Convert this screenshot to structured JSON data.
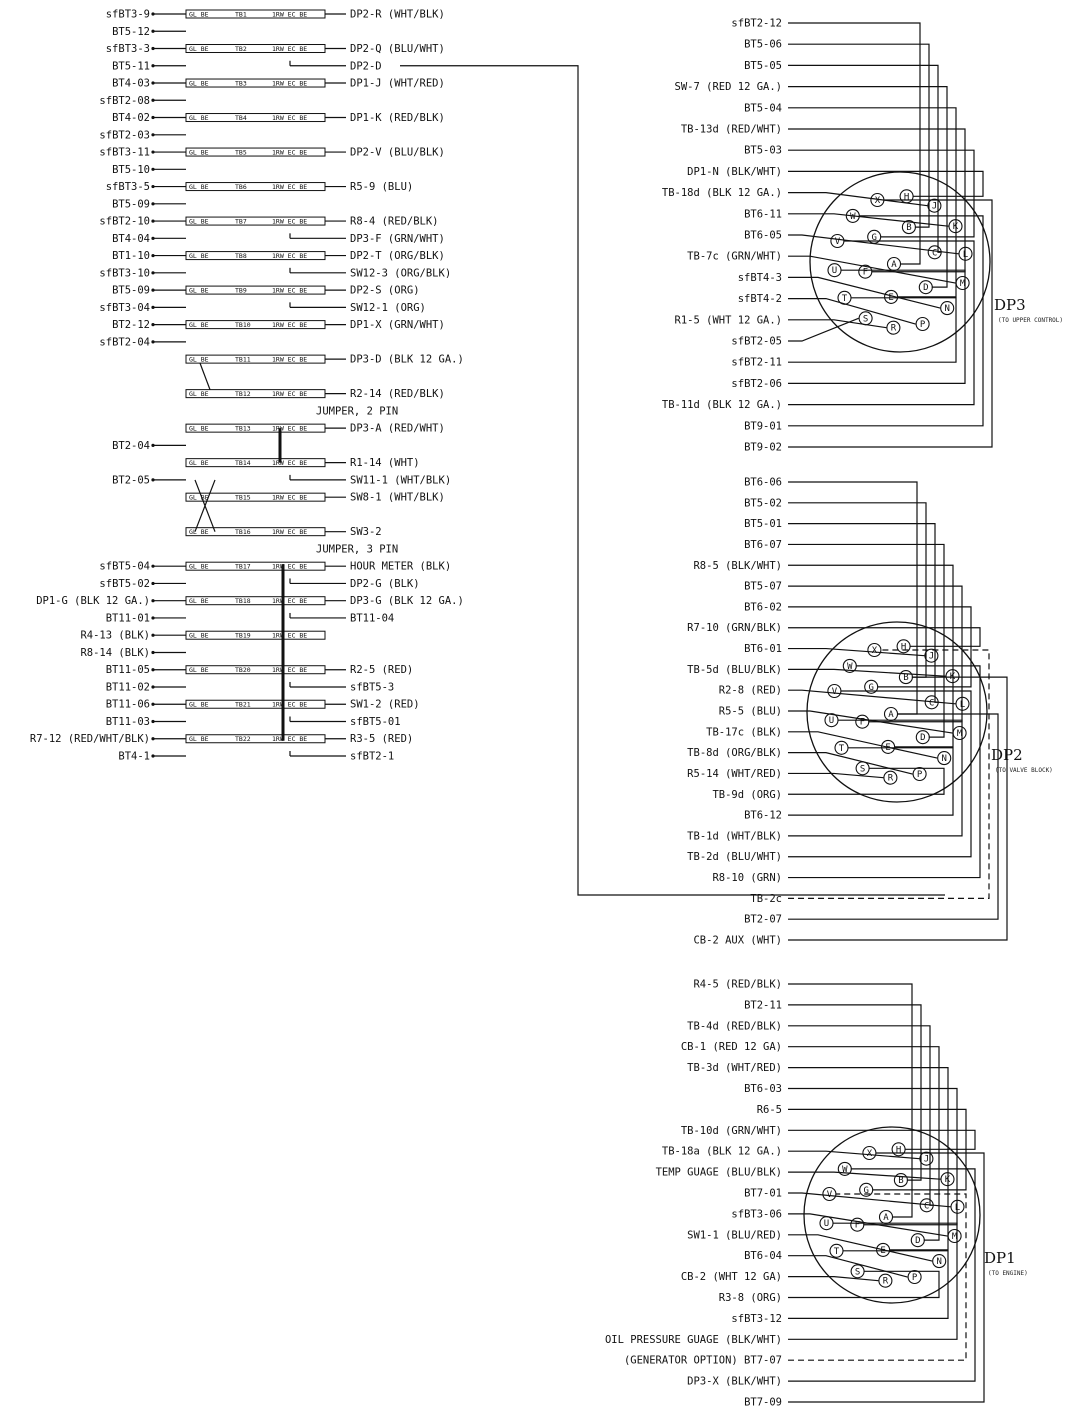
{
  "terminal_strip": {
    "rows": [
      {
        "left": "sfBT3-9",
        "block": "TB1",
        "right": "DP2-R (WHT/BLK)"
      },
      {
        "left": "BT5-12",
        "block": "",
        "right": ""
      },
      {
        "left": "sfBT3-3",
        "block": "TB2",
        "right": "DP2-Q (BLU/WHT)"
      },
      {
        "left": "BT5-11",
        "block": "",
        "right": "DP2-D"
      },
      {
        "left": "BT4-03",
        "block": "TB3",
        "right": "DP1-J (WHT/RED)"
      },
      {
        "left": "sfBT2-08",
        "block": "",
        "right": ""
      },
      {
        "left": "BT4-02",
        "block": "TB4",
        "right": "DP1-K (RED/BLK)"
      },
      {
        "left": "sfBT2-03",
        "block": "",
        "right": ""
      },
      {
        "left": "sfBT3-11",
        "block": "TB5",
        "right": "DP2-V (BLU/BLK)"
      },
      {
        "left": "BT5-10",
        "block": "",
        "right": ""
      },
      {
        "left": "sfBT3-5",
        "block": "TB6",
        "right": "R5-9 (BLU)"
      },
      {
        "left": "BT5-09",
        "block": "",
        "right": ""
      },
      {
        "left": "sfBT2-10",
        "block": "TB7",
        "right": "R8-4 (RED/BLK)"
      },
      {
        "left": "BT4-04",
        "block": "",
        "right": "DP3-F (GRN/WHT)"
      },
      {
        "left": "BT1-10",
        "block": "TB8",
        "right": "DP2-T (ORG/BLK)"
      },
      {
        "left": "sfBT3-10",
        "block": "",
        "right": "SW12-3 (ORG/BLK)"
      },
      {
        "left": "BT5-09",
        "block": "TB9",
        "right": "DP2-S (ORG)"
      },
      {
        "left": "sfBT3-04",
        "block": "",
        "right": "SW12-1 (ORG)"
      },
      {
        "left": "BT2-12",
        "block": "TB10",
        "right": "DP1-X (GRN/WHT)"
      },
      {
        "left": "sfBT2-04",
        "block": "",
        "right": ""
      },
      {
        "left": "",
        "block": "TB11",
        "right": "DP3-D (BLK 12 GA.)"
      },
      {
        "left": "",
        "block": "",
        "right": ""
      },
      {
        "left": "",
        "block": "TB12",
        "right": "R2-14 (RED/BLK)"
      },
      {
        "left": "",
        "block": "",
        "right": "JUMPER, 2 PIN"
      },
      {
        "left": "",
        "block": "TB13",
        "right": "DP3-A (RED/WHT)"
      },
      {
        "left": "BT2-04",
        "block": "",
        "right": ""
      },
      {
        "left": "",
        "block": "TB14",
        "right": "R1-14 (WHT)"
      },
      {
        "left": "BT2-05",
        "block": "",
        "right": "SW11-1 (WHT/BLK)"
      },
      {
        "left": "",
        "block": "TB15",
        "right": "SW8-1 (WHT/BLK)"
      },
      {
        "left": "",
        "block": "",
        "right": ""
      },
      {
        "left": "",
        "block": "TB16",
        "right": "SW3-2"
      },
      {
        "left": "",
        "block": "",
        "right": "JUMPER, 3 PIN"
      },
      {
        "left": "sfBT5-04",
        "block": "TB17",
        "right": "HOUR METER (BLK)"
      },
      {
        "left": "sfBT5-02",
        "block": "",
        "right": "DP2-G (BLK)"
      },
      {
        "left": "DP1-G (BLK 12 GA.)",
        "block": "TB18",
        "right": "DP3-G (BLK 12 GA.)"
      },
      {
        "left": "BT11-01",
        "block": "",
        "right": "BT11-04"
      },
      {
        "left": "R4-13 (BLK)",
        "block": "TB19",
        "right": ""
      },
      {
        "left": "R8-14 (BLK)",
        "block": "",
        "right": ""
      },
      {
        "left": "BT11-05",
        "block": "TB20",
        "right": "R2-5 (RED)"
      },
      {
        "left": "BT11-02",
        "block": "",
        "right": "sfBT5-3"
      },
      {
        "left": "BT11-06",
        "block": "TB21",
        "right": "SW1-2 (RED)"
      },
      {
        "left": "BT11-03",
        "block": "",
        "right": "sfBT5-01"
      },
      {
        "left": "R7-12 (RED/WHT/BLK)",
        "block": "TB22",
        "right": "R3-5 (RED)"
      },
      {
        "left": "BT4-1",
        "block": "",
        "right": "sfBT2-1"
      }
    ]
  },
  "connectors": [
    {
      "name": "DP3",
      "subtitle": "(TO UPPER CONTROL)",
      "labels": [
        "sfBT2-12",
        "BT5-06",
        "BT5-05",
        "SW-7 (RED 12 GA.)",
        "BT5-04",
        "TB-13d (RED/WHT)",
        "BT5-03",
        "DP1-N (BLK/WHT)",
        "TB-18d (BLK 12 GA.)",
        "BT6-11",
        "BT6-05",
        "TB-7c (GRN/WHT)",
        "sfBT4-3",
        "sfBT4-2",
        "R1-5 (WHT 12 GA.)",
        "sfBT2-05",
        "sfBT2-11",
        "sfBT2-06",
        "TB-11d (BLK 12 GA.)",
        "BT9-01",
        "BT9-02"
      ]
    },
    {
      "name": "DP2",
      "subtitle": "(TO VALVE BLOCK)",
      "labels": [
        "BT6-06",
        "BT5-02",
        "BT5-01",
        "BT6-07",
        "R8-5 (BLK/WHT)",
        "BT5-07",
        "BT6-02",
        "R7-10 (GRN/BLK)",
        "BT6-01",
        "TB-5d (BLU/BLK)",
        "R2-8 (RED)",
        "R5-5 (BLU)",
        "TB-17c (BLK)",
        "TB-8d (ORG/BLK)",
        "R5-14 (WHT/RED)",
        "TB-9d (ORG)",
        "BT6-12",
        "TB-1d (WHT/BLK)",
        "TB-2d (BLU/WHT)",
        "R8-10 (GRN)",
        "TB-2c",
        "BT2-07",
        "CB-2 AUX (WHT)"
      ]
    },
    {
      "name": "DP1",
      "subtitle": "(TO ENGINE)",
      "labels": [
        "R4-5 (RED/BLK)",
        "BT2-11",
        "TB-4d (RED/BLK)",
        "CB-1 (RED 12 GA)",
        "TB-3d (WHT/RED)",
        "BT6-03",
        "R6-5",
        "TB-10d (GRN/WHT)",
        "TB-18a (BLK 12 GA.)",
        "TEMP GUAGE (BLU/BLK)",
        "BT7-01",
        "sfBT3-06",
        "SW1-1 (BLU/RED)",
        "BT6-04",
        "CB-2 (WHT 12 GA)",
        "R3-8 (ORG)",
        "sfBT3-12",
        "OIL PRESSURE GUAGE (BLK/WHT)",
        "(GENERATOR OPTION) BT7-07",
        "DP3-X (BLK/WHT)",
        "BT7-09"
      ]
    }
  ],
  "pin_letters": [
    "A",
    "B",
    "C",
    "D",
    "E",
    "F",
    "G",
    "H",
    "J",
    "K",
    "L",
    "M",
    "N",
    "P",
    "R",
    "S",
    "T",
    "U",
    "V",
    "W",
    "X"
  ]
}
